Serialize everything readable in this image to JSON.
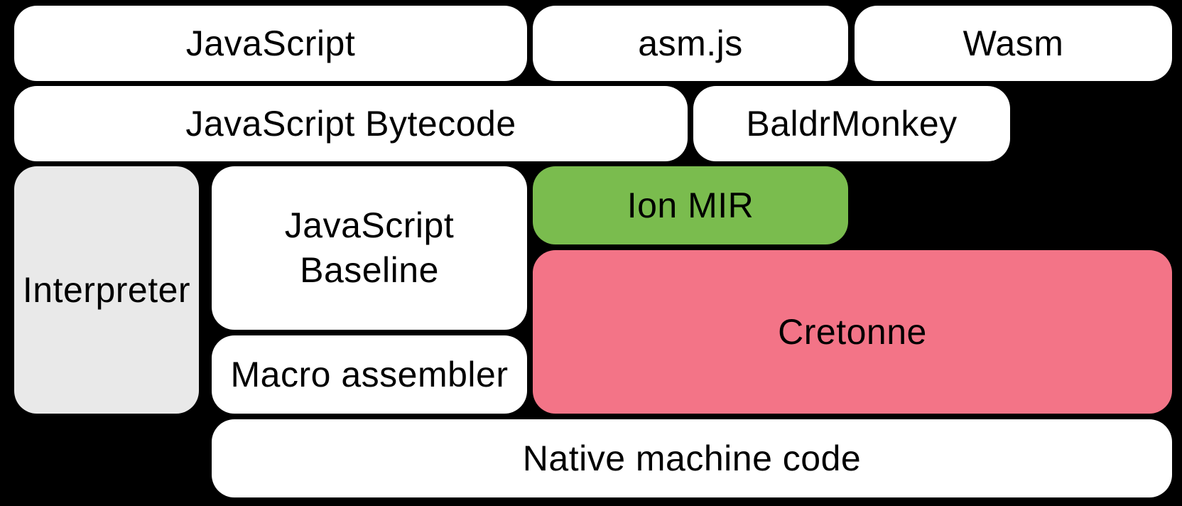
{
  "diagram": {
    "background_color": "#000000",
    "text_color": "#000000",
    "node_colors": {
      "default": "#ffffff",
      "interpreter_gray": "#e9e9e9",
      "ion_green": "#7abc4e",
      "cretonne_pink": "#f37487"
    },
    "nodes": [
      {
        "label": "JavaScript",
        "fill": "#ffffff"
      },
      {
        "label": "asm.js",
        "fill": "#ffffff"
      },
      {
        "label": "Wasm",
        "fill": "#ffffff"
      },
      {
        "label": "JavaScript Bytecode",
        "fill": "#ffffff"
      },
      {
        "label": "BaldrMonkey",
        "fill": "#ffffff"
      },
      {
        "label": "Interpreter",
        "fill": "#e9e9e9"
      },
      {
        "label": "JavaScript\nBaseline",
        "fill": "#ffffff"
      },
      {
        "label": "Ion MIR",
        "fill": "#7abc4e"
      },
      {
        "label": "Cretonne",
        "fill": "#f37487"
      },
      {
        "label": "Macro assembler",
        "fill": "#ffffff"
      },
      {
        "label": "Native machine code",
        "fill": "#ffffff"
      }
    ]
  }
}
